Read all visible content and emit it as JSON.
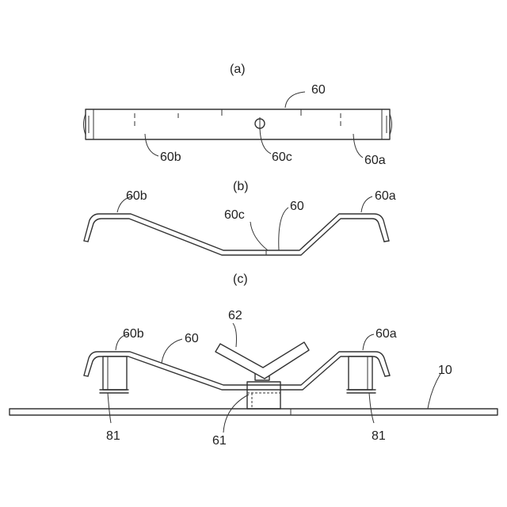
{
  "views": {
    "a": {
      "caption": "(a)",
      "labels": {
        "part": "60",
        "end_left": "60b",
        "hole": "60c",
        "end_right": "60a"
      }
    },
    "b": {
      "caption": "(b)",
      "labels": {
        "end_left": "60b",
        "hole": "60c",
        "part": "60",
        "end_right": "60a"
      }
    },
    "c": {
      "caption": "(c)",
      "labels": {
        "end_left": "60b",
        "part": "60",
        "holder": "62",
        "end_right": "60a",
        "base": "10",
        "spacer_left": "81",
        "post": "61",
        "spacer_right": "81"
      }
    }
  }
}
